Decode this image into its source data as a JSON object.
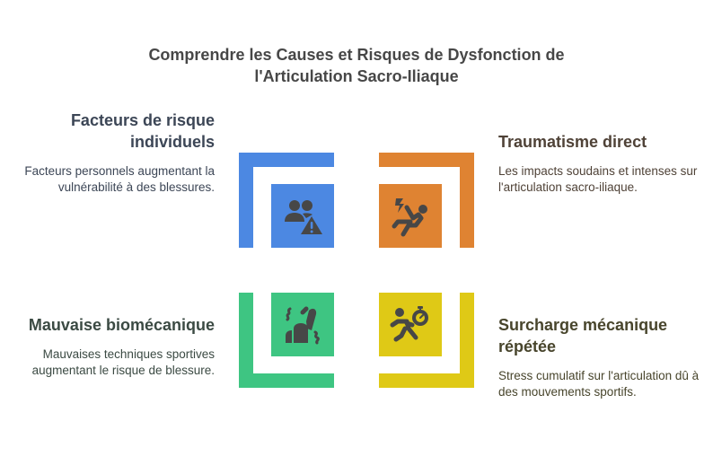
{
  "title": {
    "line1": "Comprendre les Causes et Risques de Dysfonction de",
    "line2": "l'Articulation Sacro-Iliaque"
  },
  "colors": {
    "blue": "#4c88e2",
    "orange": "#df8332",
    "green": "#3ec582",
    "yellow": "#dfc916",
    "icon": "#474747"
  },
  "quadrants": [
    {
      "position": "top-left",
      "title": "Facteurs de risque individuels",
      "description": "Facteurs personnels augmentant la vulnérabilité à des blessures.",
      "icon": "group-warning-icon",
      "color": "#4c88e2",
      "text_color": "#3c4656"
    },
    {
      "position": "top-right",
      "title": "Traumatisme direct",
      "description": "Les impacts soudains et intenses sur l'articulation sacro-iliaque.",
      "icon": "person-falling-icon",
      "color": "#df8332",
      "text_color": "#4f4237"
    },
    {
      "position": "bottom-left",
      "title": "Mauvaise biomécanique",
      "description": "Mauvaises techniques sportives augmentant le risque de blessure.",
      "icon": "sprain-joint-icon",
      "color": "#3ec582",
      "text_color": "#3b4a43"
    },
    {
      "position": "bottom-right",
      "title": "Surcharge mécanique répétée",
      "description": "Stress cumulatif sur l'articulation dû à des mouvements sportifs.",
      "icon": "running-stopwatch-icon",
      "color": "#dfc916",
      "text_color": "#48452c"
    }
  ]
}
